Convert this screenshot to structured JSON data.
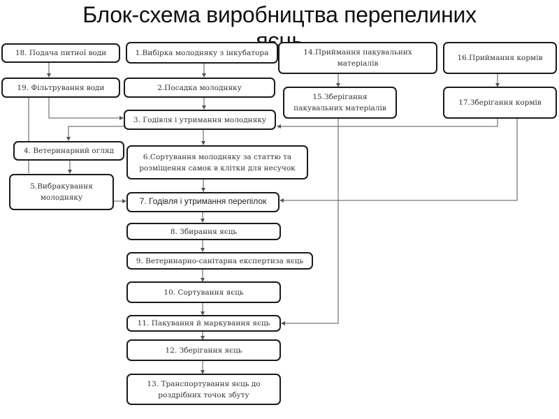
{
  "title": {
    "line1": "Блок-схема виробництва перепелиних",
    "line2": "яєць"
  },
  "nodes": {
    "n1": "1.Вибірка молодняку з інкубатора",
    "n2": "2.Посадка молодняку",
    "n3": "3. Годівля і утримання молодняку",
    "n4": "4. Ветеринарний огляд",
    "n5": "5.Вибракування молодняку",
    "n6": "6.Сортування молодняку за статтю та розміщення самок в клітки для несучок",
    "n7": "7. Годівля і утримання перепілок",
    "n8": "8. Збирання яєць",
    "n9": "9. Ветеринарно-санітарна експертиза яєць",
    "n10": "10. Сортування яєць",
    "n11": "11. Пакування й маркування яєць",
    "n12": "12. Зберігання яєць",
    "n13": "13. Транспортування яєць до роздрібних точок збуту",
    "n14": "14.Приймання пакувальних матеріалів",
    "n15": "15.Зберігання пакувальних матеріалів",
    "n16": "16.Приймання кормів",
    "n17": "17.Зберігання кормів",
    "n18": "18. Подача питної води",
    "n19": "19. Фільтрування води"
  },
  "edges": [
    [
      "n18",
      "n19"
    ],
    [
      "n1",
      "n2"
    ],
    [
      "n2",
      "n3"
    ],
    [
      "n19",
      "n3"
    ],
    [
      "n3",
      "n4"
    ],
    [
      "n4",
      "n5"
    ],
    [
      "n3",
      "n6"
    ],
    [
      "n6",
      "n7"
    ],
    [
      "n5",
      "n7"
    ],
    [
      "n7",
      "n8"
    ],
    [
      "n8",
      "n9"
    ],
    [
      "n9",
      "n10"
    ],
    [
      "n10",
      "n11"
    ],
    [
      "n11",
      "n12"
    ],
    [
      "n12",
      "n13"
    ],
    [
      "n14",
      "n15"
    ],
    [
      "n15",
      "n11"
    ],
    [
      "n16",
      "n17"
    ],
    [
      "n17",
      "n3"
    ],
    [
      "n17",
      "n7"
    ],
    [
      "n19",
      "n5"
    ]
  ]
}
